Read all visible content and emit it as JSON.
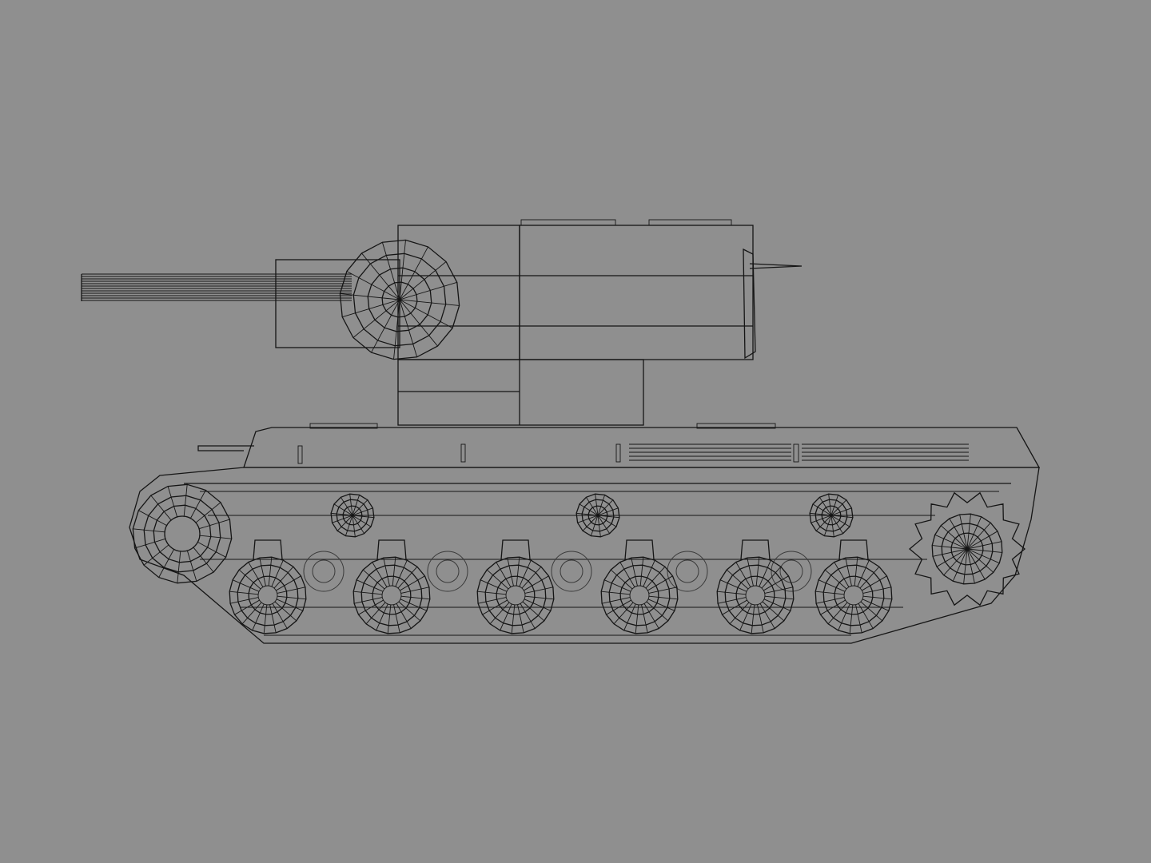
{
  "render": {
    "background_color": "#8f8f8f",
    "wire_color": "#151515",
    "subject": "tank-wireframe",
    "road_wheel_count": 6,
    "return_roller_count": 3
  }
}
